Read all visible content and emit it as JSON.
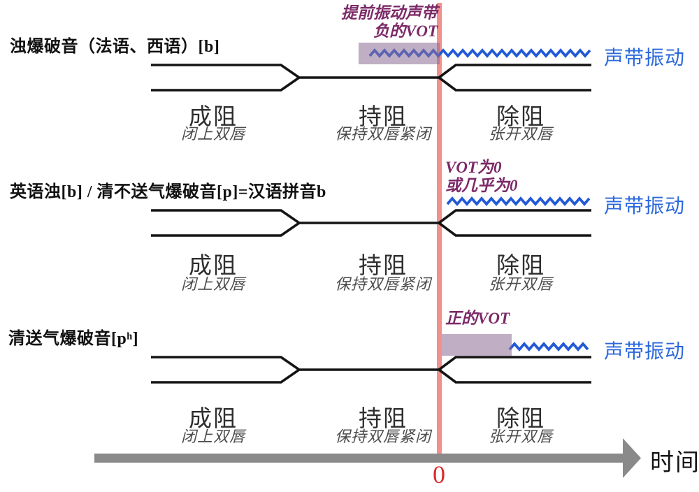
{
  "palette": {
    "line_black": "#141414",
    "red_timeline": "#f1918d",
    "red_zero": "#d92b2b",
    "zigzag_blue": "#2259d6",
    "vocal_label_blue": "#2b68dd",
    "annotation_purple": "#7c2a68",
    "vot_box_purple": "#8d6b94",
    "axis_gray": "#8a8a8a"
  },
  "rows": [
    {
      "title": "浊爆破音（法语、西语）[b]",
      "annotation_lines": [
        "提前振动声带",
        "负的VOT"
      ],
      "vocal_fold_label": "声带振动",
      "stages": [
        {
          "label": "成阻",
          "sublabel": "闭上双唇"
        },
        {
          "label": "持阻",
          "sublabel": "保持双唇紧闭"
        },
        {
          "label": "除阻",
          "sublabel": "张开双唇"
        }
      ]
    },
    {
      "title": "英语浊[b] / 清不送气爆破音[p]=汉语拼音b",
      "annotation_lines": [
        "VOT为0",
        "或几乎为0"
      ],
      "vocal_fold_label": "声带振动",
      "stages": [
        {
          "label": "成阻",
          "sublabel": "闭上双唇"
        },
        {
          "label": "持阻",
          "sublabel": "保持双唇紧闭"
        },
        {
          "label": "除阻",
          "sublabel": "张开双唇"
        }
      ]
    },
    {
      "title": "清送气爆破音[pʰ]",
      "annotation_lines": [
        "正的VOT"
      ],
      "vocal_fold_label": "声带振动",
      "stages": [
        {
          "label": "成阻",
          "sublabel": "闭上双唇"
        },
        {
          "label": "持阻",
          "sublabel": "保持双唇紧闭"
        },
        {
          "label": "除阻",
          "sublabel": "张开双唇"
        }
      ]
    }
  ],
  "axis": {
    "label": "时间",
    "origin_label": "0"
  }
}
